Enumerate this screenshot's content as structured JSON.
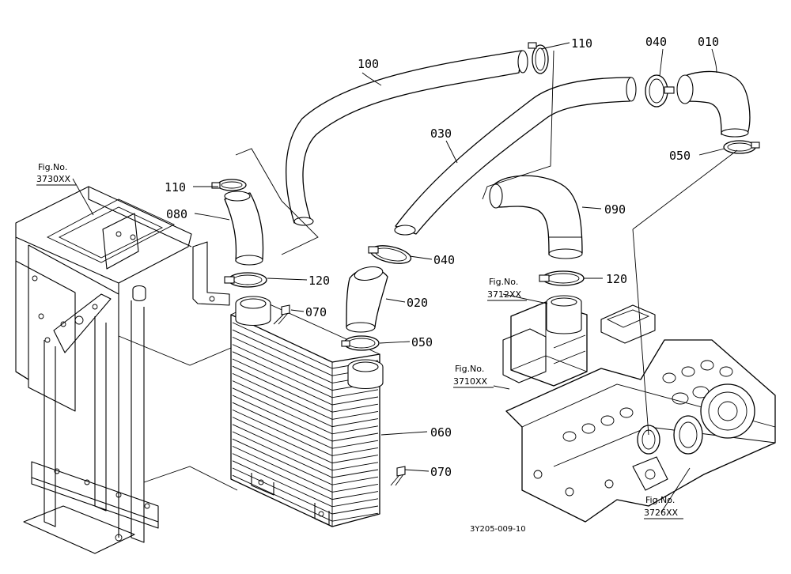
{
  "part_labels": {
    "p010": "010",
    "p020": "020",
    "p030": "030",
    "p040a": "040",
    "p040b": "040",
    "p050a": "050",
    "p050b": "050",
    "p060": "060",
    "p070a": "070",
    "p070b": "070",
    "p080": "080",
    "p090": "090",
    "p100": "100",
    "p110a": "110",
    "p110b": "110",
    "p120a": "120",
    "p120b": "120"
  },
  "fig_refs": {
    "f3730": {
      "title": "Fig.No.",
      "num": "3730XX"
    },
    "f3712": {
      "title": "Fig.No.",
      "num": "3712XX"
    },
    "f3710": {
      "title": "Fig.No.",
      "num": "3710XX"
    },
    "f3726": {
      "title": "Fig.No.",
      "num": "3726XX"
    }
  },
  "drawing_code": "3Y205-009-10",
  "colors": {
    "line": "#000000",
    "background": "#ffffff"
  }
}
